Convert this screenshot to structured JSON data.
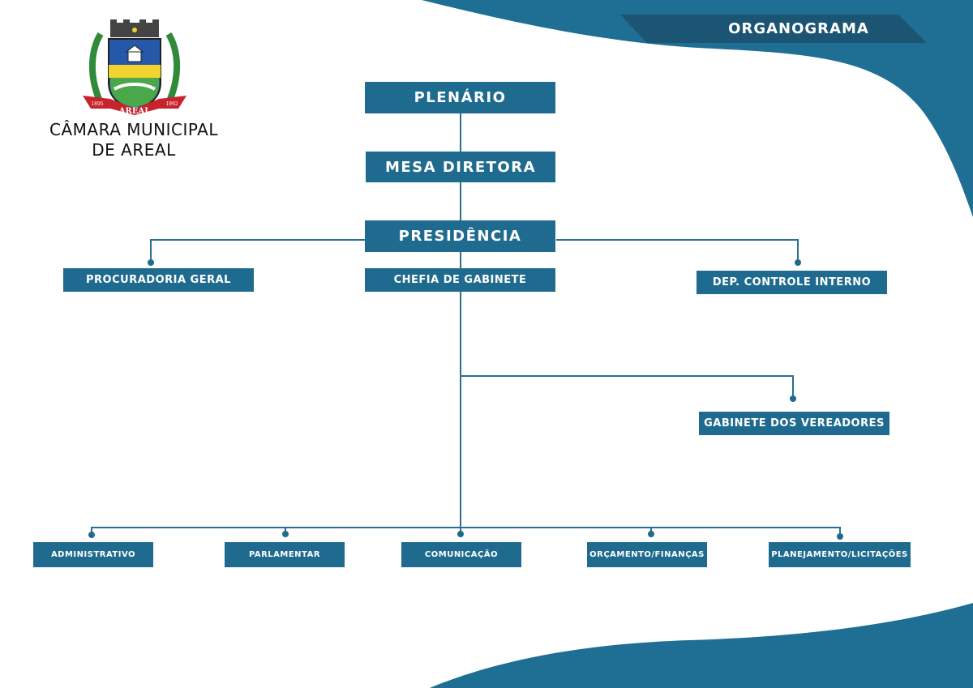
{
  "header": {
    "title": "ORGANOGRAMA"
  },
  "institution": {
    "name_line1": "CÂMARA MUNICIPAL",
    "name_line2": "DE AREAL",
    "crest_ribbon": "AREAL",
    "crest_year_left": "1895",
    "crest_year_right": "1992"
  },
  "org_chart": {
    "plenario": "PLENÁRIO",
    "mesa_diretora": "MESA DIRETORA",
    "presidencia": "PRESIDÊNCIA",
    "procuradoria_geral": "PROCURADORIA GERAL",
    "chefia_de_gabinete": "CHEFIA DE GABINETE",
    "dep_controle_interno": "DEP. CONTROLE INTERNO",
    "gabinete_dos_vereadores": "GABINETE DOS VEREADORES",
    "departments": [
      "ADMINISTRATIVO",
      "PARLAMENTAR",
      "COMUNICAÇÃO",
      "ORÇAMENTO/FINANÇAS",
      "PLANEJAMENTO/LICITAÇÕES"
    ]
  },
  "colors": {
    "box": "#1f6b8f",
    "connector": "#2a6f92",
    "wave": "#1e6f93",
    "banner": "#1b5573"
  }
}
